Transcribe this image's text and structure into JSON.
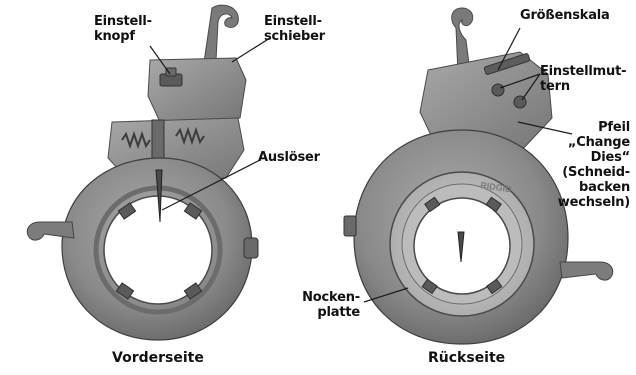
{
  "front": {
    "caption": "Vorderseite",
    "labels": {
      "einstellknopf": "Einstell-\nknopf",
      "einstellschieber": "Einstell-\nschieber",
      "ausloeser": "Auslöser"
    }
  },
  "back": {
    "caption": "Rückseite",
    "labels": {
      "groessenskala": "Größenskala",
      "einstellmuttern": "Einstellmut-\ntern",
      "pfeil": "Pfeil\n„Change\nDies“\n(Schneid-\nbacken\nwechseln)",
      "nockenplatte": "Nocken-\nplatte"
    },
    "brand": "RIDGID"
  },
  "colors": {
    "body_dark": "#6e6e6e",
    "body_mid": "#8f8f8f",
    "body_light": "#b3b3b3",
    "ring_light": "#cfcfcf",
    "leader": "#1a1a1a",
    "text": "#111111"
  }
}
